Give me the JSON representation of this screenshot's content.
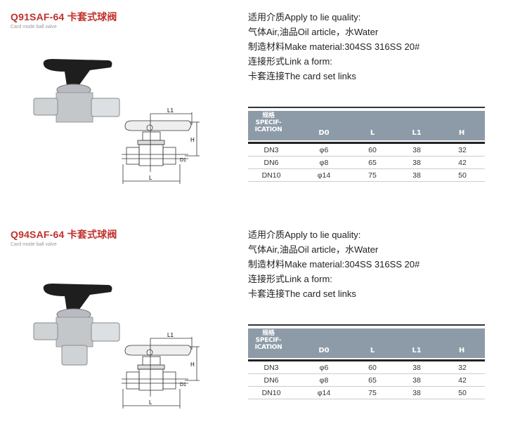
{
  "sections": [
    {
      "title": "Q91SAF-64 卡套式球阀",
      "subtitle": "Card mode ball valve",
      "info": [
        "适用介质Apply to lie quality:",
        "气体Air,油品Oil article，水Water",
        "制造材料Make material:304SS 316SS 20#",
        "连接形式Link a form:",
        "卡套连接The card set links"
      ],
      "diagram_labels": {
        "l1": "L1",
        "h": "H",
        "d": "D1",
        "l": "L"
      },
      "table": {
        "spec_header": [
          "规格",
          "SPECIF-",
          "ICATION"
        ],
        "columns": [
          "D0",
          "L",
          "L1",
          "H"
        ],
        "rows": [
          [
            "DN3",
            "φ6",
            "60",
            "38",
            "32"
          ],
          [
            "DN6",
            "φ8",
            "65",
            "38",
            "42"
          ],
          [
            "DN10",
            "φ14",
            "75",
            "38",
            "50"
          ]
        ]
      }
    },
    {
      "title": "Q94SAF-64 卡套式球阀",
      "subtitle": "Card mode ball valve",
      "info": [
        "适用介质Apply to lie quality:",
        "气体Air,油品Oil article，水Water",
        "制造材料Make material:304SS 316SS 20#",
        "连接形式Link a form:",
        "卡套连接The card set links"
      ],
      "diagram_labels": {
        "l1": "L1",
        "h": "H",
        "d": "D1",
        "l": "L"
      },
      "table": {
        "spec_header": [
          "规格",
          "SPECIF-",
          "ICATION"
        ],
        "columns": [
          "D0",
          "L",
          "L1",
          "H"
        ],
        "rows": [
          [
            "DN3",
            "φ6",
            "60",
            "38",
            "32"
          ],
          [
            "DN6",
            "φ8",
            "65",
            "38",
            "42"
          ],
          [
            "DN10",
            "φ14",
            "75",
            "38",
            "50"
          ]
        ]
      }
    }
  ],
  "colors": {
    "title": "#c0302a",
    "table_header": "#8d9ba8"
  }
}
